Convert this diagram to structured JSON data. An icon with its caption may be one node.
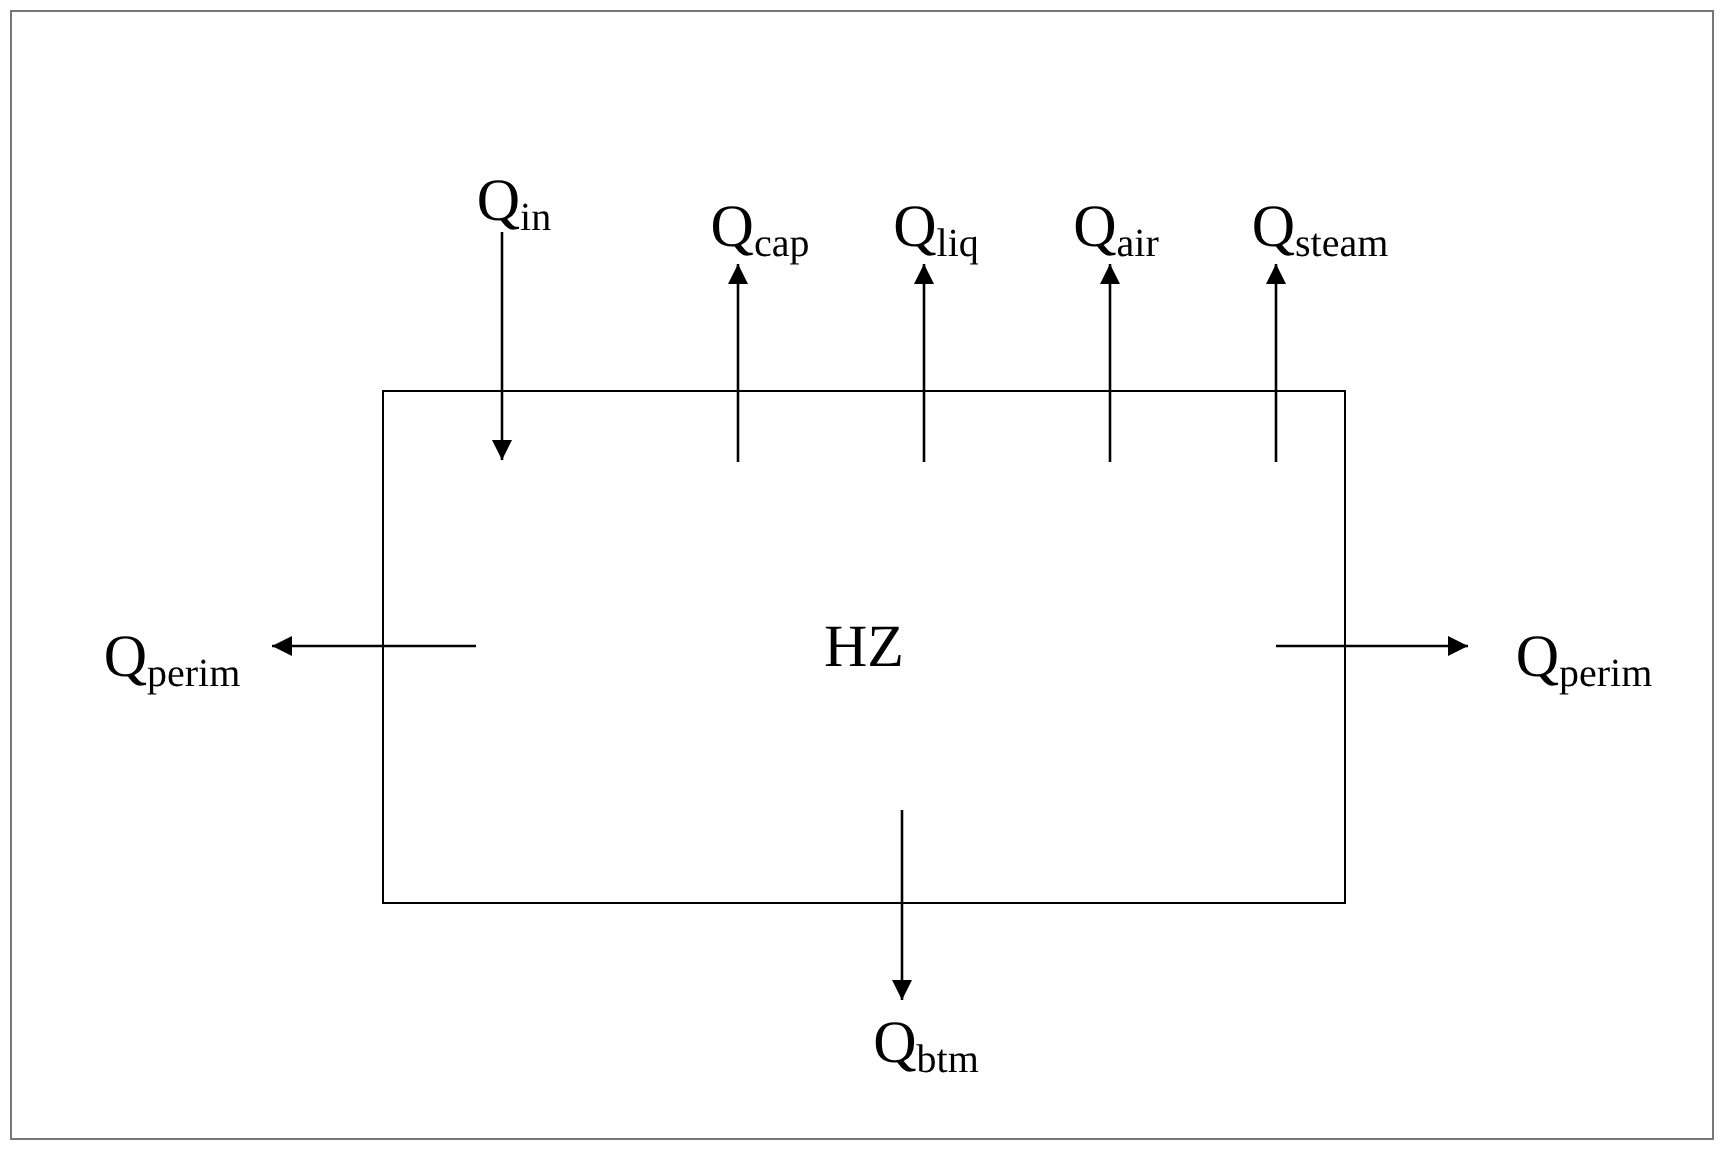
{
  "diagram": {
    "nodes": [
      {
        "text": [
          "HZ"
        ]
      },
      {
        "text": [
          "Q$_{in}$"
        ]
      },
      {
        "text": [
          "Q$_{cap}$"
        ]
      },
      {
        "text": [
          "Q$_{liq}$"
        ]
      },
      {
        "text": [
          "Q$_{air}$"
        ]
      },
      {
        "text": [
          "Q$_{steam}$"
        ]
      },
      {
        "text": [
          "Q$_{perim}$"
        ]
      },
      {
        "text": [
          "Q$_{perim}$"
        ]
      },
      {
        "text": [
          "Q$_{btm}$"
        ]
      }
    ],
    "edges": [
      {
        "from": 1,
        "to": 0,
        "arrow": "to"
      },
      {
        "from": 0,
        "to": 2,
        "arrow": "to"
      },
      {
        "from": 0,
        "to": 3,
        "arrow": "to"
      },
      {
        "from": 0,
        "to": 4,
        "arrow": "to"
      },
      {
        "from": 0,
        "to": 5,
        "arrow": "to"
      },
      {
        "from": 0,
        "to": 6,
        "arrow": "to"
      },
      {
        "from": 0,
        "to": 7,
        "arrow": "to"
      },
      {
        "from": 0,
        "to": 8,
        "arrow": "to"
      }
    ]
  }
}
